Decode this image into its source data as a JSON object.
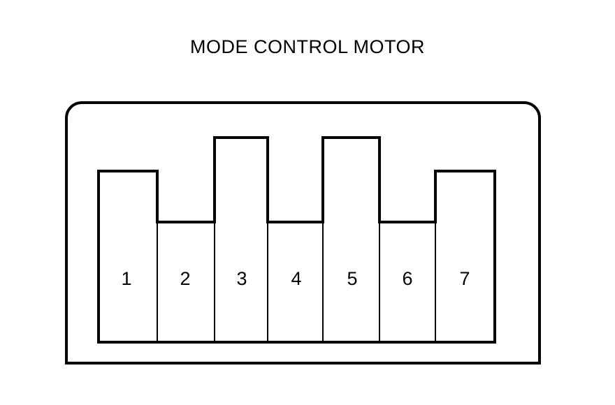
{
  "title": "MODE CONTROL MOTOR",
  "colors": {
    "stroke": "#000000",
    "background": "#ffffff",
    "fill": "#ffffff"
  },
  "connector": {
    "name": "mode-control-motor-connector",
    "pin_count": 7,
    "pins": [
      {
        "number": "1"
      },
      {
        "number": "2"
      },
      {
        "number": "3"
      },
      {
        "number": "4"
      },
      {
        "number": "5"
      },
      {
        "number": "6"
      },
      {
        "number": "7"
      }
    ]
  }
}
